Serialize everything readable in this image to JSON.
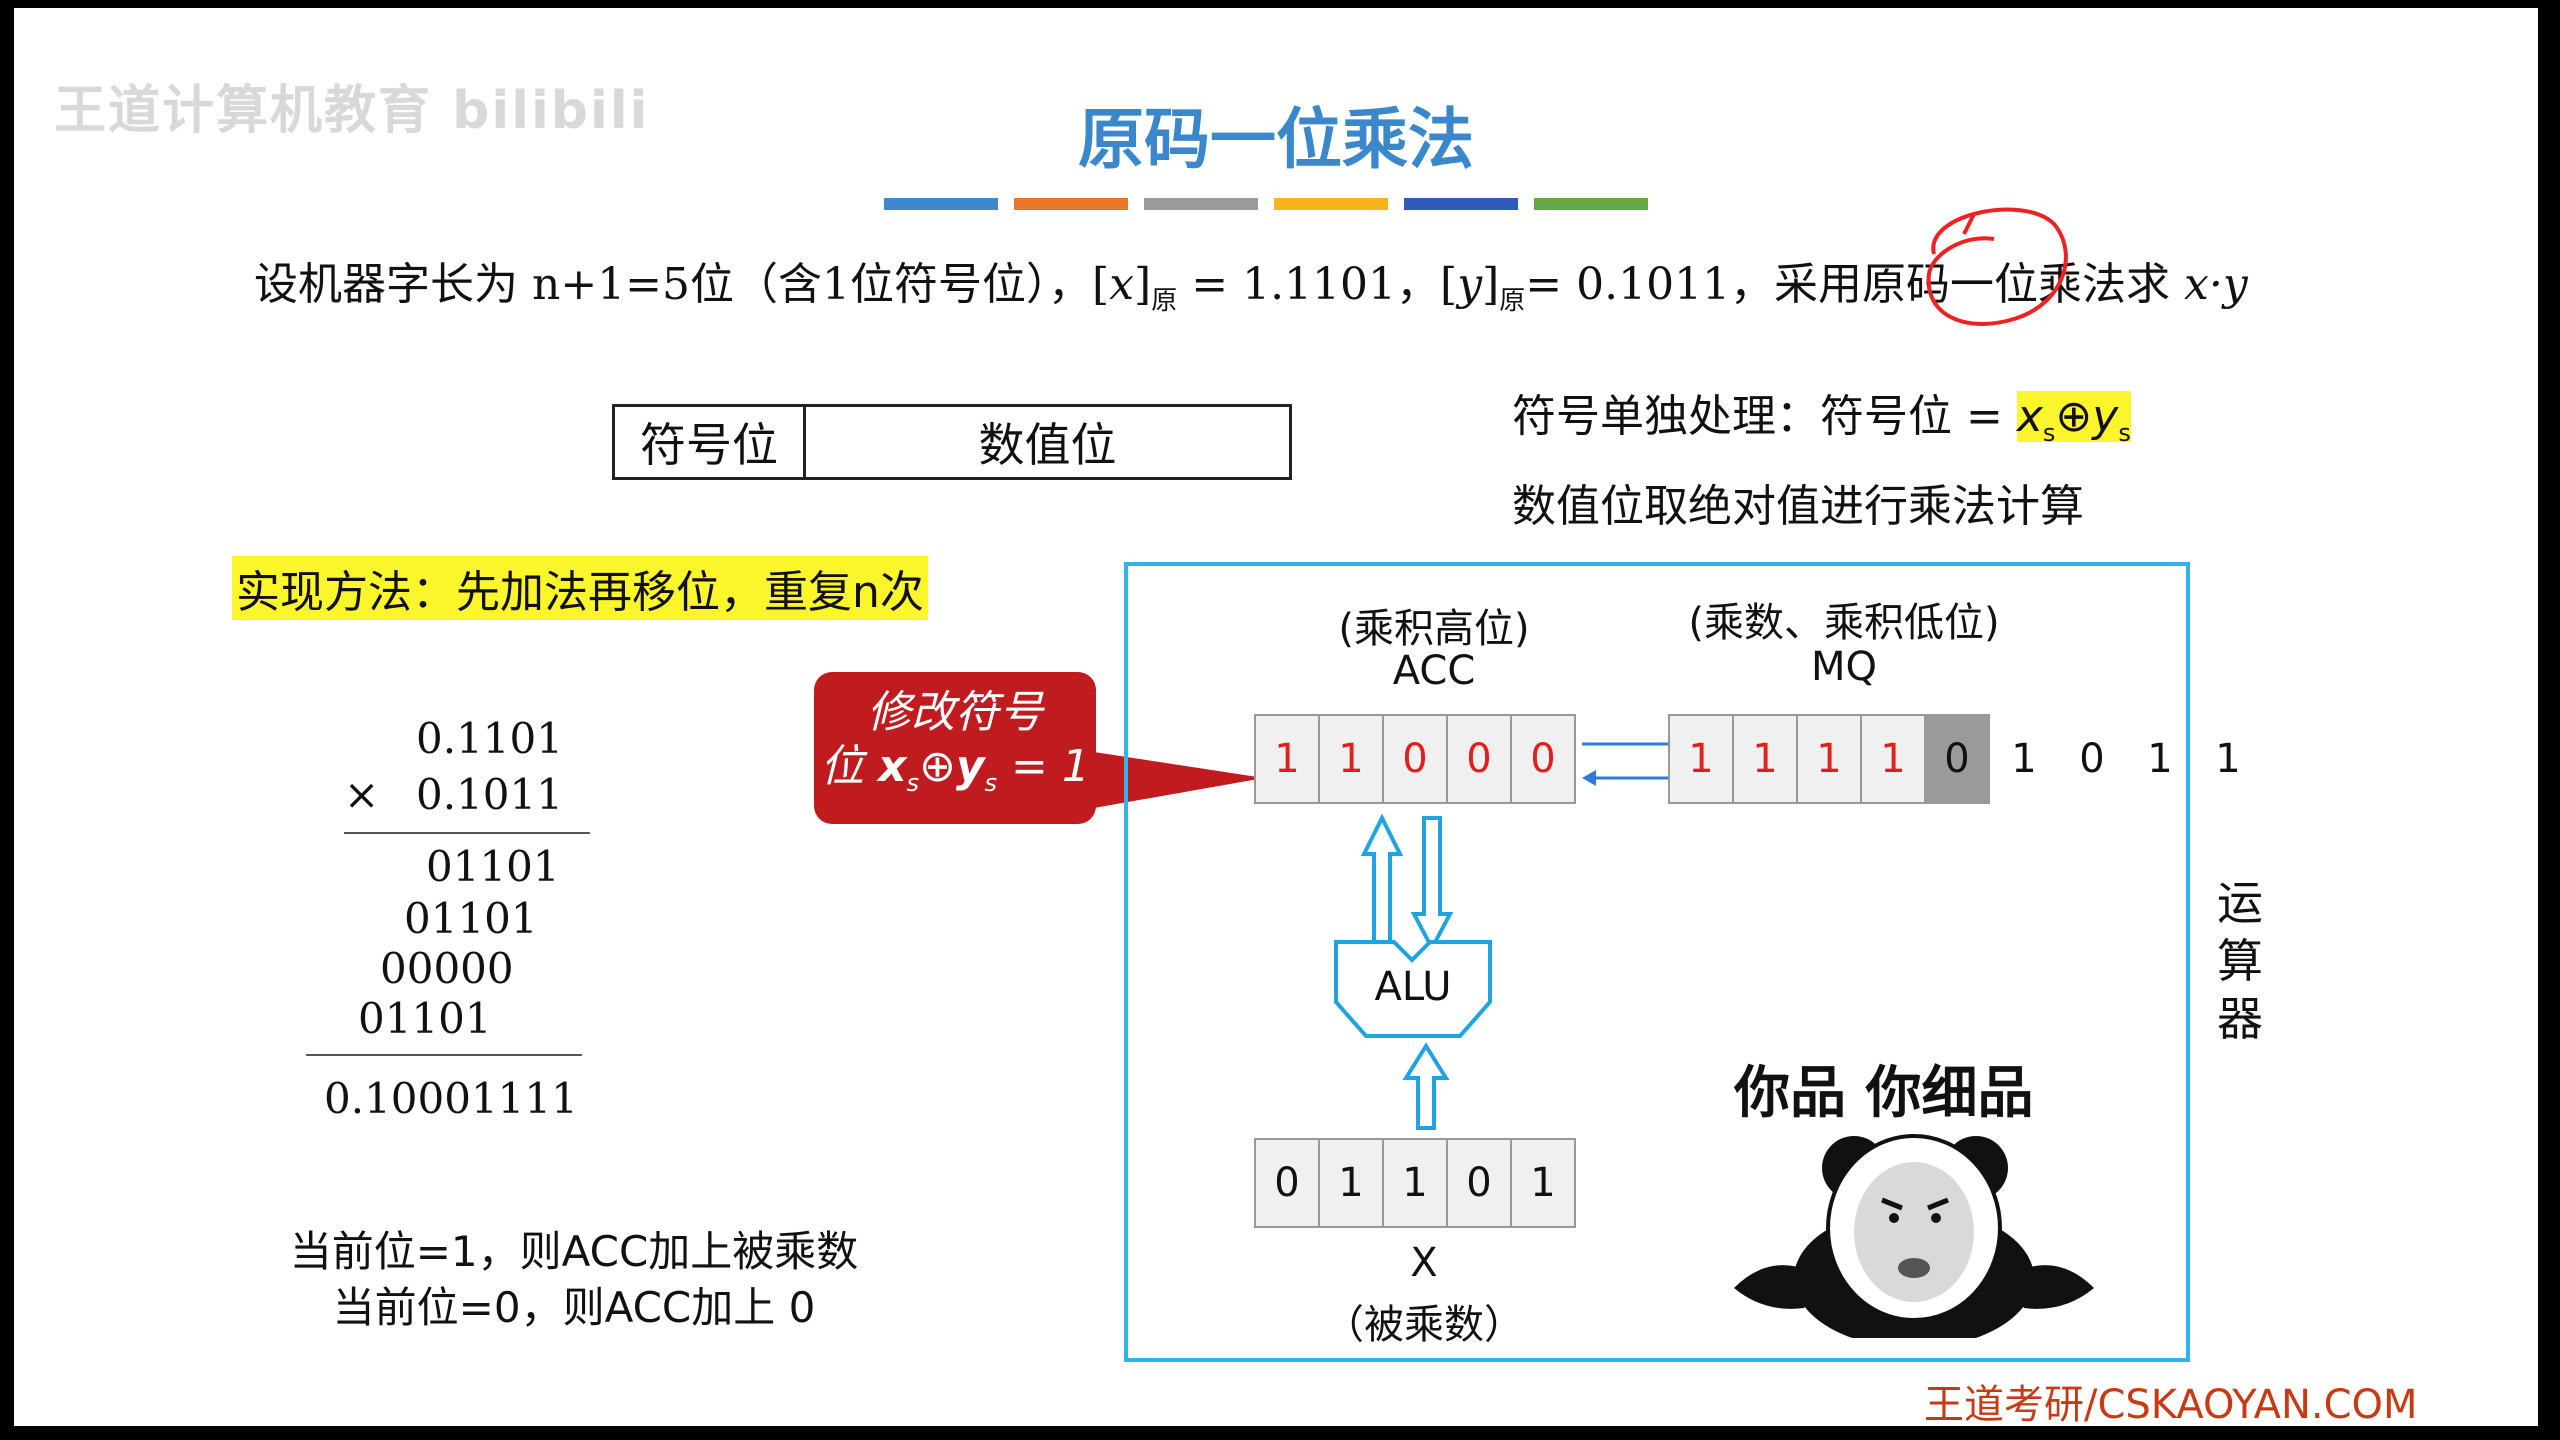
{
  "watermark": "王道计算机教育 bilibili",
  "title": "原码一位乘法",
  "color_bars": [
    "#3f87cf",
    "#e8772b",
    "#9b9b9b",
    "#f7b31b",
    "#2f5bb8",
    "#63a844"
  ],
  "question": {
    "part1": "设机器字长为 n+1=5位（含1位符号位），[",
    "x": "x",
    "close1": "]",
    "sub": "原",
    "part2": " = 1.1101，[",
    "y": "y",
    "close2": "]",
    "part3": "= 0.1011，采用原码一位乘法求 ",
    "xy": "x·y"
  },
  "sign_table": {
    "left": "符号位",
    "right": "数值位"
  },
  "rules": {
    "sign_prefix": "符号单独处理：符号位 = ",
    "sign_formula": "xs⊕ys",
    "abs_rule": "数值位取绝对值进行乘法计算"
  },
  "method": "实现方法：先加法再移位，重复n次",
  "calc": {
    "multiplicand": "0.1101",
    "times": "×",
    "multiplier": "0.1011",
    "partials": [
      "01101",
      "01101",
      "00000",
      "01101"
    ],
    "result": "0.10001111"
  },
  "notes": [
    "当前位=1，则ACC加上被乘数",
    "当前位=0，则ACC加上 0"
  ],
  "callout": {
    "line1": "修改符号",
    "line2": "位 xs⊕ys = 1"
  },
  "acc": {
    "label1": "(乘积高位)",
    "label2": "ACC",
    "bits": [
      "1",
      "1",
      "0",
      "0",
      "0"
    ]
  },
  "mq": {
    "label1": "(乘数、乘积低位)",
    "label2": "MQ",
    "bits": [
      "1",
      "1",
      "1",
      "1",
      "0"
    ],
    "rest": [
      "1",
      "0",
      "1",
      "1"
    ]
  },
  "alu": "ALU",
  "x_reg": {
    "bits": [
      "0",
      "1",
      "1",
      "0",
      "1"
    ],
    "label1": "X",
    "label2": "（被乘数）"
  },
  "vertical_label": [
    "运",
    "算",
    "器"
  ],
  "meme": {
    "caption": "你品 你细品"
  },
  "footer": "王道考研/CSKAOYAN.COM"
}
